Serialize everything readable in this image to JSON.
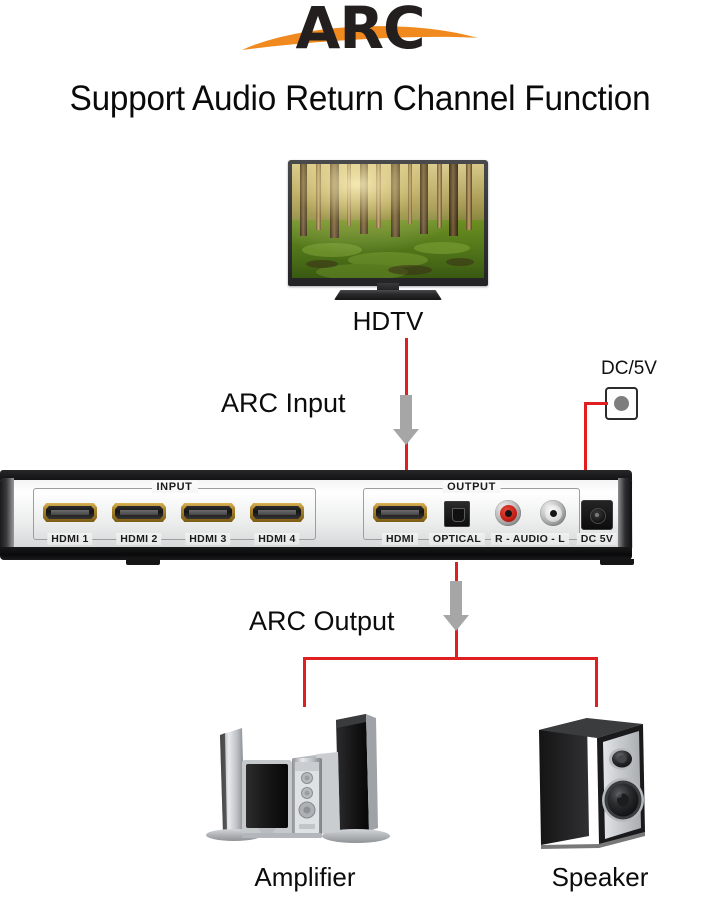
{
  "logo": {
    "text": "ARC",
    "text_color": "#231f1e",
    "swoosh_color": "#f08a1e",
    "name": "arc-logo"
  },
  "title": "Support Audio Return Channel Function",
  "devices": {
    "tv": {
      "caption": "HDTV",
      "screen_description": "sunlit forest with green moss floor"
    },
    "amplifier": {
      "caption": "Amplifier"
    },
    "speaker": {
      "caption": "Speaker"
    }
  },
  "flow": {
    "input_label": "ARC Input",
    "output_label": "ARC Output",
    "line_color": "#e02020",
    "arrow_color": "#a6a6a6"
  },
  "power": {
    "label": "DC/5V"
  },
  "switch": {
    "input_group": {
      "title": "INPUT",
      "ports": [
        {
          "label": "HDMI 1",
          "type": "hdmi"
        },
        {
          "label": "HDMI 2",
          "type": "hdmi"
        },
        {
          "label": "HDMI 3",
          "type": "hdmi"
        },
        {
          "label": "HDMI 4",
          "type": "hdmi"
        }
      ]
    },
    "output_group": {
      "title": "OUTPUT",
      "ports": [
        {
          "label": "HDMI",
          "type": "hdmi"
        },
        {
          "label": "OPTICAL",
          "type": "optical"
        },
        {
          "label": "R - AUDIO - L",
          "type": "rca-pair"
        }
      ]
    },
    "power_port": {
      "label": "DC 5V",
      "type": "dc-jack"
    }
  }
}
